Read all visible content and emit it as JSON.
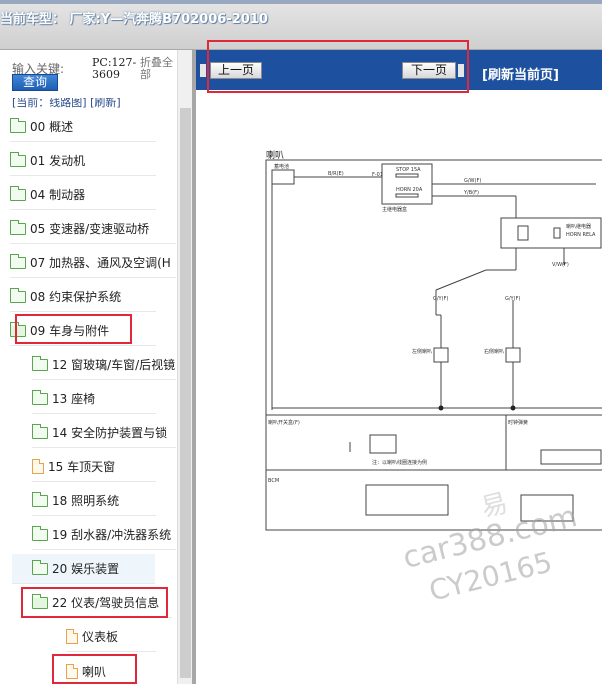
{
  "header": {
    "title": "当前车型： 厂家:Y—汽奔腾B702006-2010"
  },
  "search": {
    "keyword_label": "输入关键:",
    "keyword_value": "PC:127-3609",
    "fold_label": "折叠全部",
    "search_button": "查询"
  },
  "tree": {
    "current_location": "[当前：线路图] [刷新]",
    "items": [
      {
        "label": "00 概述",
        "icon": "folder-icon"
      },
      {
        "label": "01 发动机",
        "icon": "folder-icon"
      },
      {
        "label": "04 制动器",
        "icon": "folder-icon"
      },
      {
        "label": "05 变速器/变速驱动桥",
        "icon": "folder-icon"
      },
      {
        "label": "07 加热器、通风及空调(H",
        "icon": "folder-icon"
      },
      {
        "label": "08 约束保护系统",
        "icon": "folder-icon"
      },
      {
        "label": "09 车身与附件",
        "icon": "folder-open-icon"
      },
      {
        "label": "12 窗玻璃/车窗/后视镜",
        "icon": "folder-icon"
      },
      {
        "label": "13 座椅",
        "icon": "folder-icon"
      },
      {
        "label": "14 安全防护装置与锁",
        "icon": "folder-icon"
      },
      {
        "label": "15 车顶天窗",
        "icon": "document-icon"
      },
      {
        "label": "18 照明系统",
        "icon": "folder-icon"
      },
      {
        "label": "19 刮水器/冲洗器系统",
        "icon": "folder-icon"
      },
      {
        "label": "20 娱乐装置",
        "icon": "folder-icon"
      },
      {
        "label": "22 仪表/驾驶员信息",
        "icon": "folder-open-icon"
      },
      {
        "label": "仪表板",
        "icon": "document-icon"
      },
      {
        "label": "喇叭",
        "icon": "document-icon"
      }
    ]
  },
  "nav": {
    "prev_label": "上一页",
    "next_label": "下一页",
    "refresh_label": "[刷新当前页]"
  },
  "diagram": {
    "title": "喇叭",
    "labels": {
      "battery": "蓄电池",
      "fuse_ref": "F-01",
      "fuse_stop": "STOP 15A",
      "fuse_horn": "HORN 20A",
      "fuse_box": "主继电器盒",
      "relay_name": "喇叭继电器",
      "relay_code": "HORN RELA",
      "wire_br": "B/R(E)",
      "wire_gw": "G/W(F)",
      "wire_y": "Y/B(F)",
      "wire_vw": "V/W(F)",
      "wire_gy1": "G/Y(F)",
      "wire_gy2": "G/Y(F)",
      "left_horn": "左侧喇叭",
      "right_horn": "右侧喇叭",
      "horn_switch_box": "喇叭开关盒(F)",
      "clock_spring": "时钟弹簧",
      "bcm": "BCM",
      "note": "注：以喇叭线圈连接为例"
    }
  },
  "watermark": {
    "cn": "易",
    "line1": "car388.com",
    "line2": "CY20165"
  },
  "colors": {
    "nav_bar": "#1e50a0",
    "highlight": "#e0283a",
    "folder": "#5aa64f",
    "document": "#e8a34a"
  }
}
